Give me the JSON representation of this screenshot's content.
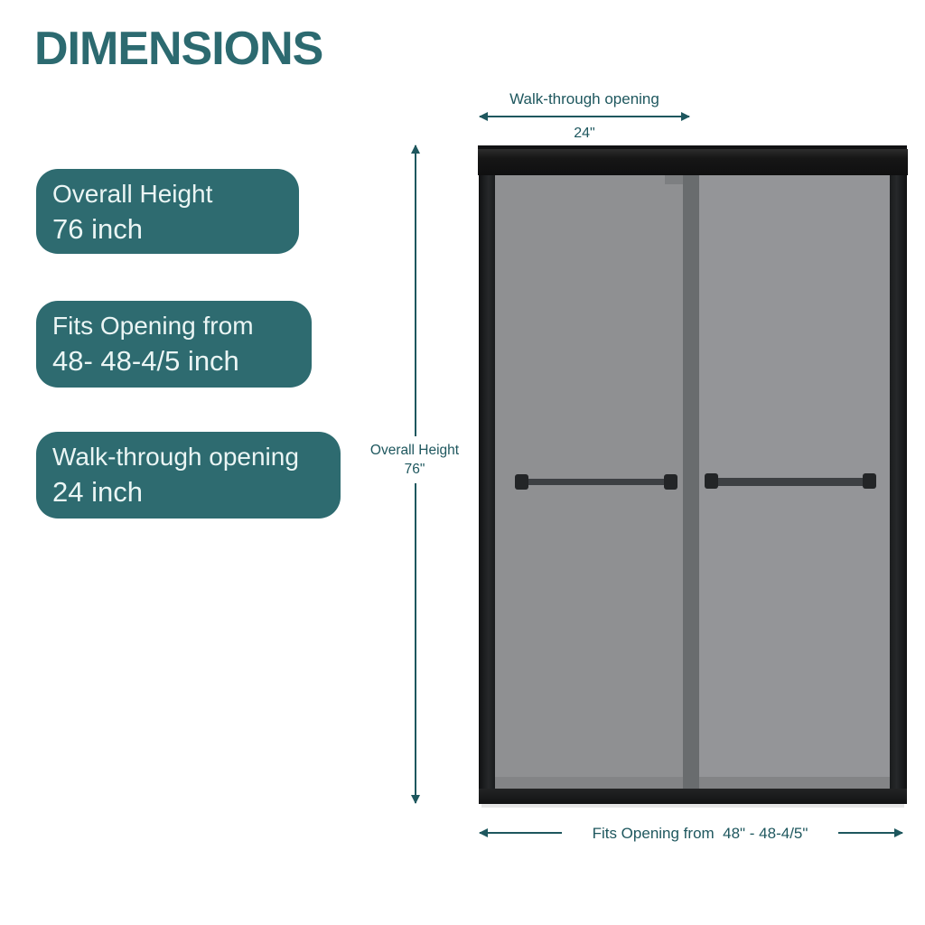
{
  "title": "DIMENSIONS",
  "colors": {
    "title_teal": "#2c6a70",
    "box_teal": "#2e6b70",
    "box_text": "#eaf5f4",
    "annotation_teal": "#1e575e",
    "frame_black": "#161718",
    "glass_gray": "#8f9092",
    "divider_gray": "#696c6e",
    "background": "#ffffff"
  },
  "spec_boxes": [
    {
      "label": "Overall Height",
      "value": "76 inch"
    },
    {
      "label": "Fits Opening from",
      "value": "48- 48-4/5 inch"
    },
    {
      "label": "Walk-through opening",
      "value": "24 inch"
    }
  ],
  "annotations": {
    "top": {
      "label": "Walk-through opening",
      "value": "24\""
    },
    "left": {
      "label": "Overall Height",
      "value": "76\""
    },
    "bottom": {
      "label": "Fits Opening from  48\" - 48-4/5\""
    }
  }
}
